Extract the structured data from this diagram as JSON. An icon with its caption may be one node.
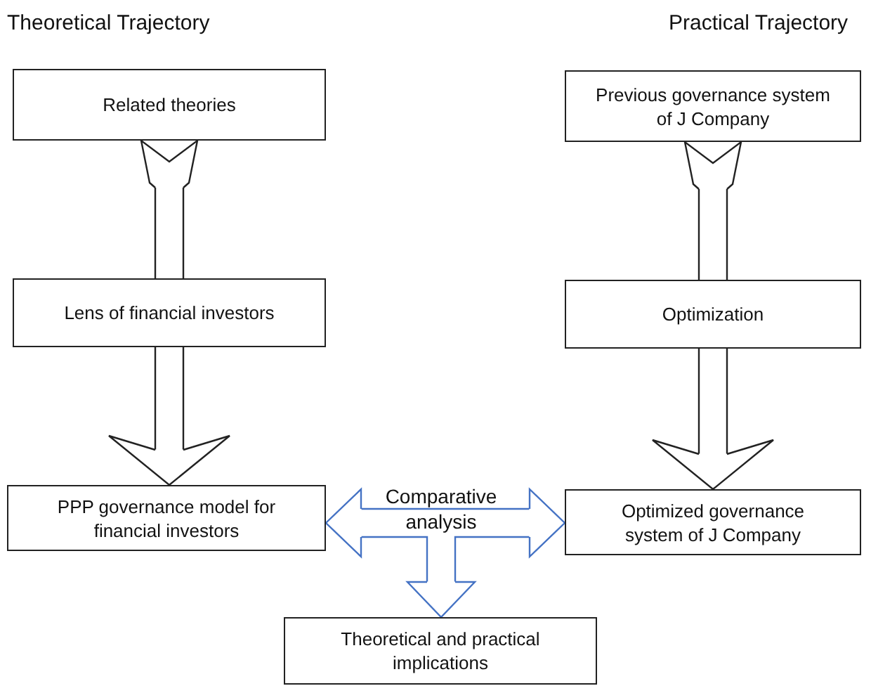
{
  "diagram": {
    "nodes": [
      {
        "text": [
          "Related theories"
        ]
      },
      {
        "text": [
          "Lens of financial investors"
        ]
      },
      {
        "text": [
          "PPP governance model for financial investors"
        ]
      },
      {
        "text": [
          "Previous governance system of J Company"
        ]
      },
      {
        "text": [
          "Optimization"
        ]
      },
      {
        "text": [
          "Optimized governance system of J Company"
        ]
      },
      {
        "text": [
          "Comparative analysis"
        ]
      },
      {
        "text": [
          "Theoretical and practical implications"
        ]
      }
    ],
    "edges": [
      {
        "from": 0,
        "to": 1,
        "arrow": "none",
        "color": "#222222"
      },
      {
        "from": 1,
        "to": 2,
        "arrow": "to",
        "color": "#222222"
      },
      {
        "from": 3,
        "to": 4,
        "arrow": "none",
        "color": "#222222"
      },
      {
        "from": 4,
        "to": 5,
        "arrow": "to",
        "color": "#222222"
      },
      {
        "from": 6,
        "to": 2,
        "arrow": "to",
        "color": "#4472c4"
      },
      {
        "from": 6,
        "to": 5,
        "arrow": "to",
        "color": "#4472c4"
      },
      {
        "from": 6,
        "to": 7,
        "arrow": "to",
        "color": "#4472c4"
      }
    ],
    "labels": [
      "Theoretical Trajectory",
      "Practical Trajectory"
    ]
  }
}
